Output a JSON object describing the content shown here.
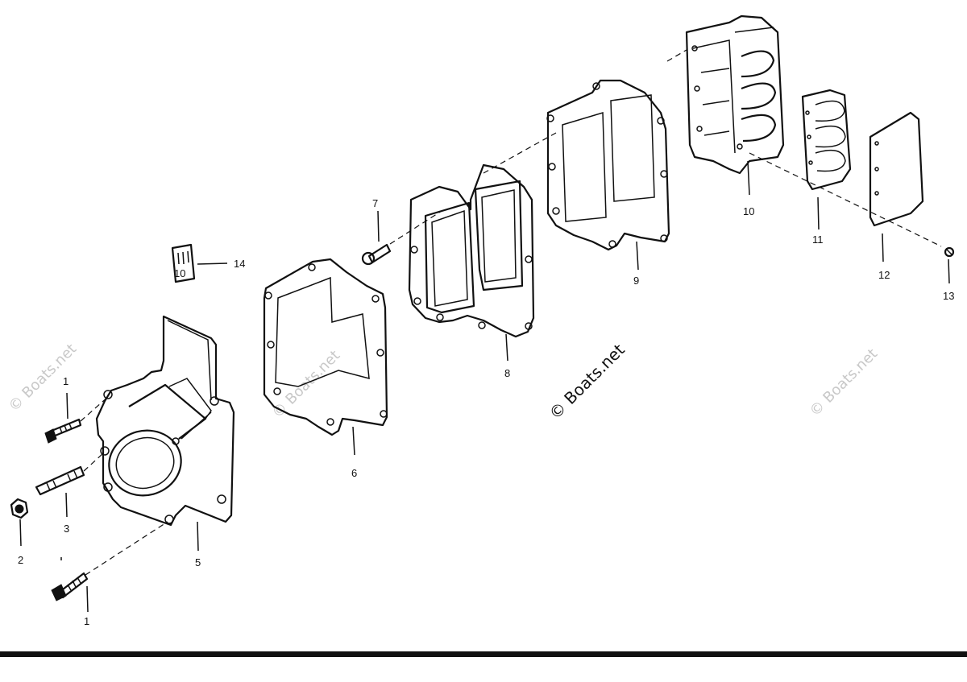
{
  "callouts": {
    "c1a": "1",
    "c1b": "1",
    "c2": "2",
    "c3": "3",
    "c5": "5",
    "c6": "6",
    "c7": "7",
    "c8": "8",
    "c9": "9",
    "c10": "10",
    "c11": "11",
    "c12": "12",
    "c13": "13",
    "c14": "14"
  },
  "watermark": "© Boats.net",
  "decal_text": "10"
}
